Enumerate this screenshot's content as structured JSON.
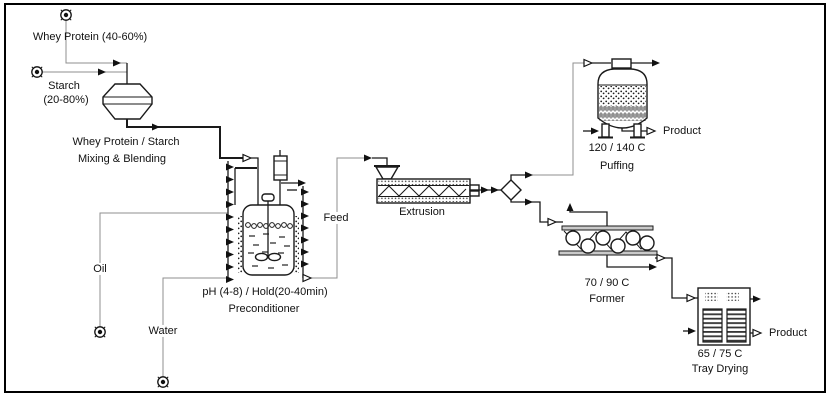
{
  "diagram": {
    "streams": {
      "whey_protein": "Whey Protein  (40-60%)",
      "starch": "Starch",
      "starch_range": "(20-80%)",
      "oil": "Oil",
      "water": "Water",
      "feed": "Feed",
      "puffing_product": "Product",
      "tray_product": "Product"
    },
    "units": {
      "mixer": {
        "line1": "Whey Protein / Starch",
        "line2": "Mixing & Blending"
      },
      "preconditioner": {
        "line1": "pH (4-8) / Hold(20-40min)",
        "line2": "Preconditioner"
      },
      "extruder": {
        "label": "Extrusion"
      },
      "puffing": {
        "temp": "120 / 140 C",
        "label": "Puffing"
      },
      "former": {
        "temp": "70 / 90 C",
        "label": "Former"
      },
      "tray_dryer": {
        "temp": "65 / 75 C",
        "label": "Tray Drying"
      }
    },
    "colors": {
      "line": "#1a1a1a",
      "utility_line": "#8f8f8f",
      "background": "#ffffff"
    }
  }
}
